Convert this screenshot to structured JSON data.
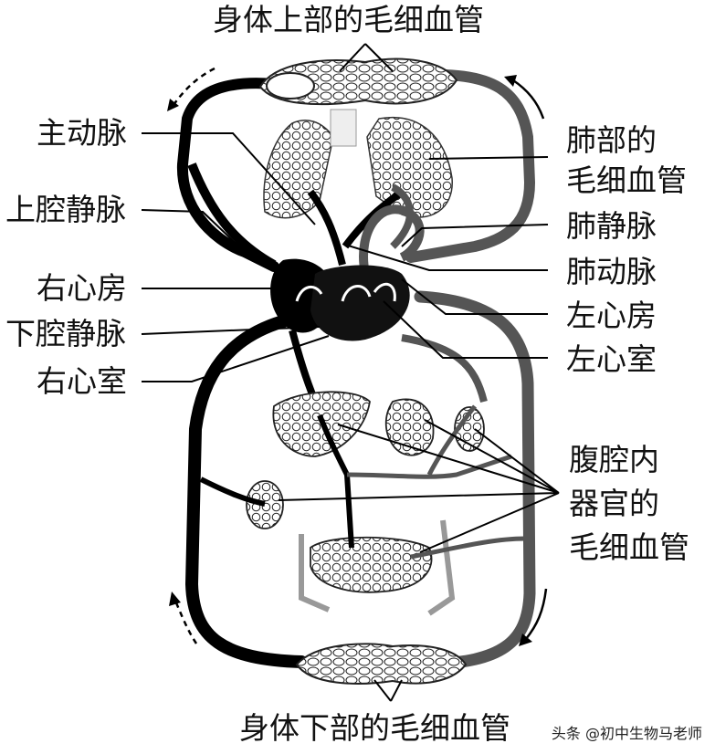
{
  "labels": {
    "top_capillaries": "身体上部的毛细血管",
    "aorta": "主动脉",
    "superior_vena_cava": "上腔静脉",
    "right_atrium": "右心房",
    "inferior_vena_cava": "下腔静脉",
    "right_ventricle": "右心室",
    "lung_capillaries_1": "肺部的",
    "lung_capillaries_2": "毛细血管",
    "pulmonary_vein": "肺静脉",
    "pulmonary_artery": "肺动脉",
    "left_atrium": "左心房",
    "left_ventricle": "左心室",
    "abdominal_1": "腹腔内",
    "abdominal_2": "器官的",
    "abdominal_3": "毛细血管",
    "bottom_capillaries": "身体下部的毛细血管"
  },
  "watermark": "头条 @初中生物马老师",
  "colors": {
    "venous_blood": "#000000",
    "arterial_blood": "#555555",
    "capillary_outline": "#222222"
  }
}
